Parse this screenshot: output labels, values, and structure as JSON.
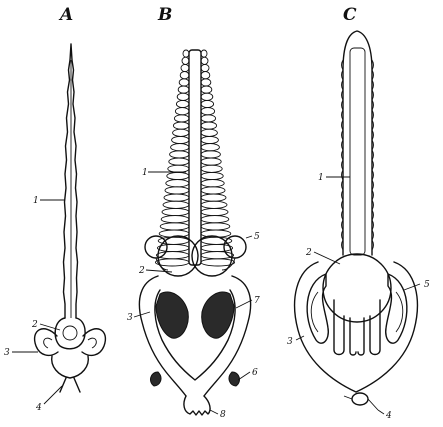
{
  "panels": [
    {
      "id": "A",
      "title": "A",
      "labels": [
        "1",
        "2",
        "3",
        "4"
      ]
    },
    {
      "id": "B",
      "title": "B",
      "labels": [
        "1",
        "2",
        "3",
        "5",
        "7",
        "6",
        "8"
      ]
    },
    {
      "id": "C",
      "title": "C",
      "labels": [
        "1",
        "2",
        "3",
        "5",
        "4"
      ]
    }
  ]
}
